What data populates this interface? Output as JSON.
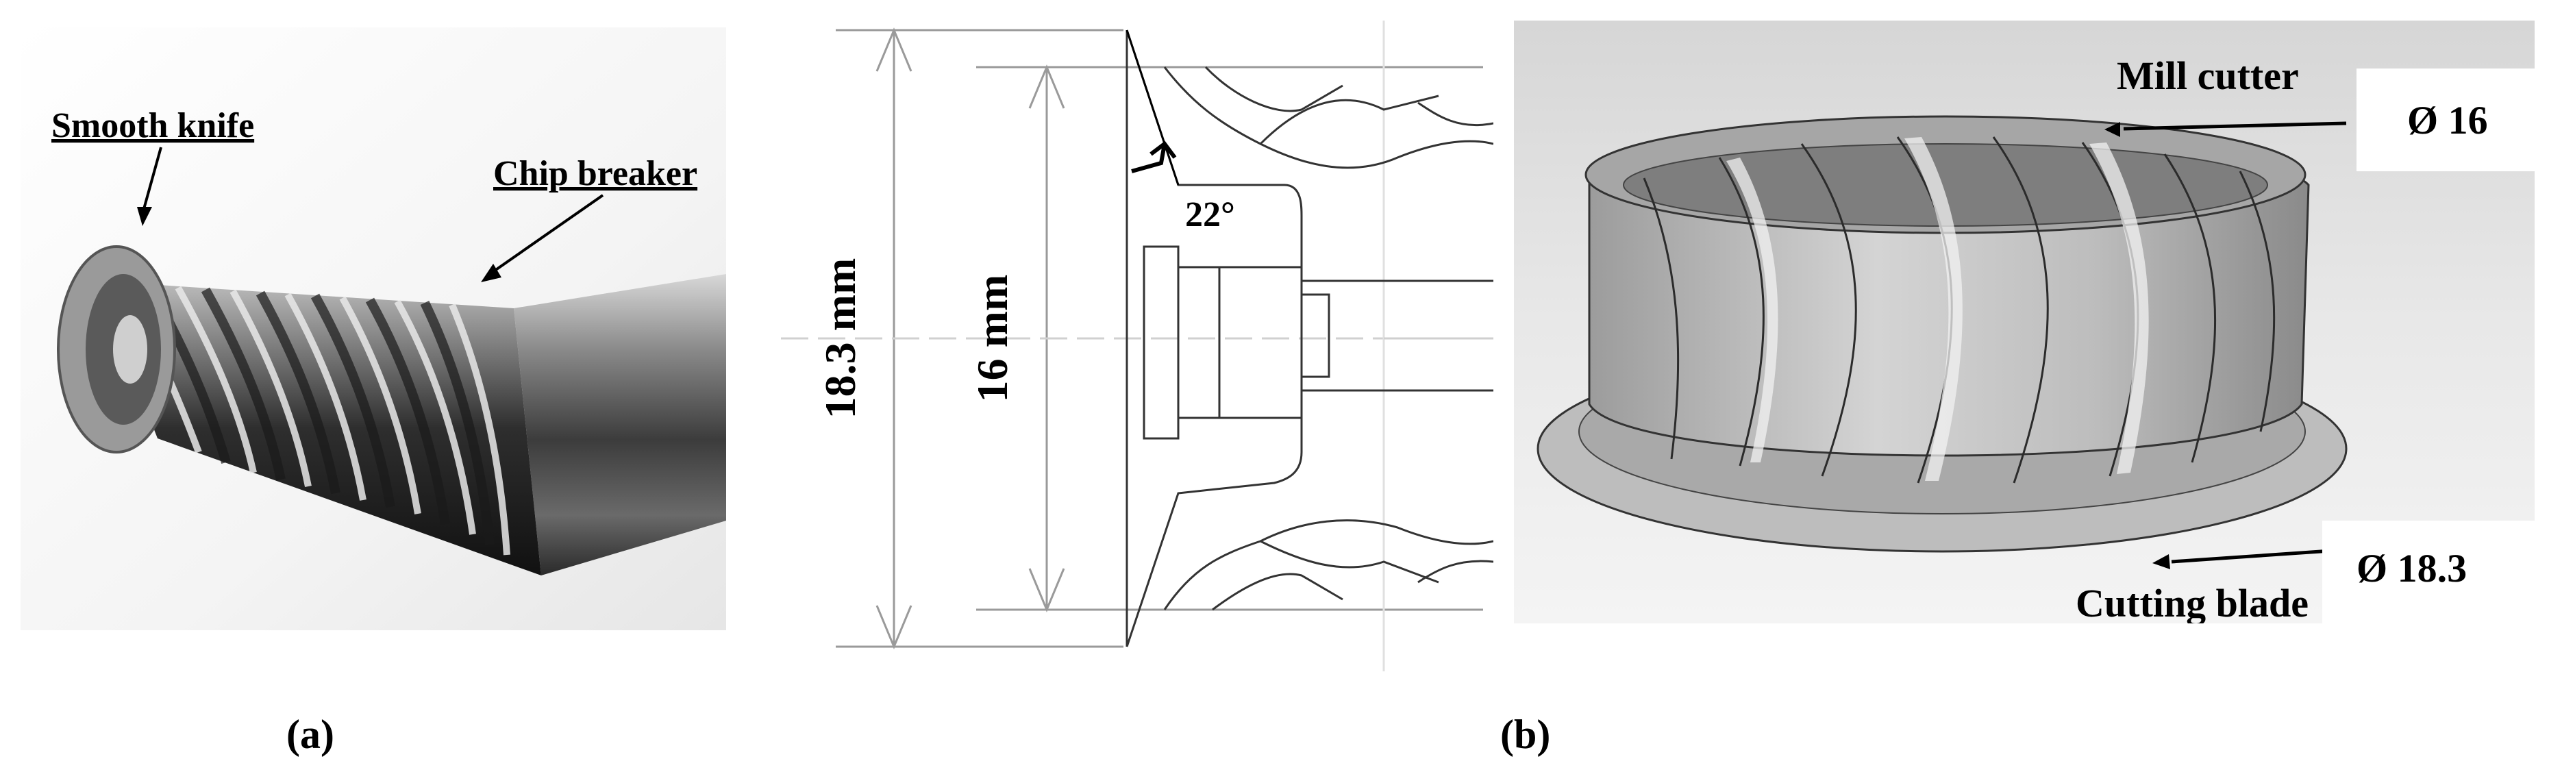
{
  "figure": {
    "photo": {
      "label_smooth_knife": "Smooth knife",
      "label_chip_breaker": "Chip breaker",
      "caption": "(a)"
    },
    "drawing": {
      "dim_outer": "18.3 mm",
      "dim_inner": "16 mm",
      "angle": "22°"
    },
    "render": {
      "label_mill_cutter": "Mill cutter",
      "label_cutting_blade": "Cutting blade",
      "dia_small": "Ø 16",
      "dia_large": "Ø 18.3",
      "caption": "(b)"
    }
  }
}
